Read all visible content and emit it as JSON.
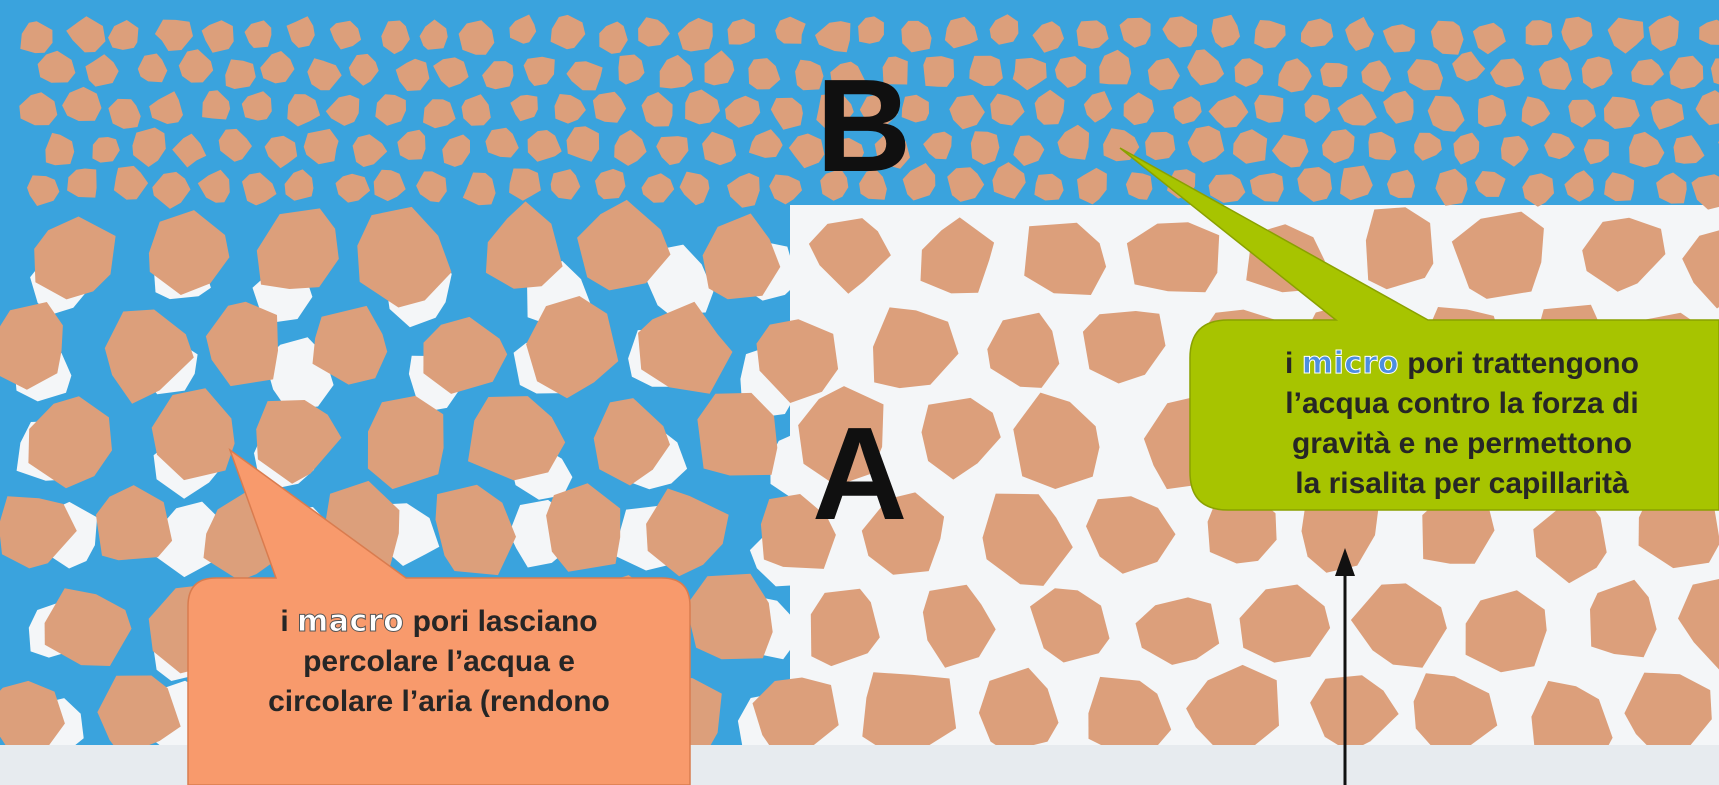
{
  "labels": {
    "b": "B",
    "a": "A"
  },
  "micro_callout": {
    "keyword": "micro",
    "line1_rest": " pori trattengono",
    "line2": "l’acqua contro la forza di",
    "line3": "gravità e ne permettono",
    "line4": "la risalita per capillarità"
  },
  "macro_callout": {
    "keyword": "macro",
    "line1_rest": " pori lasciano",
    "line2": "percolare l’acqua e",
    "line3": "circolare l’aria (rendono"
  },
  "colors": {
    "water": "#3aa3dd",
    "particle": "#dc9f7b",
    "pore_air": "#f4f6f8",
    "micro_callout_fill": "#a7c400",
    "macro_callout_fill": "#f89a6c"
  }
}
